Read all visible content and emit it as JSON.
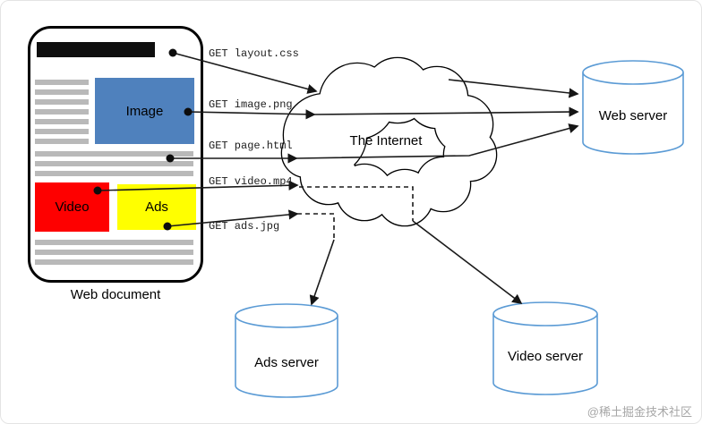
{
  "colors": {
    "image_box": "#4f81bd",
    "video_box": "#fe0000",
    "ads_box": "#ffff00",
    "server_stroke": "#5b9bd5",
    "placeholder_line": "#b9b9b9",
    "title_bar": "#0f0f0f",
    "arrow": "#1a1a1a",
    "watermark": "#a6a6a6"
  },
  "web_document": {
    "label": "Web document",
    "image_box_label": "Image",
    "video_box_label": "Video",
    "ads_box_label": "Ads"
  },
  "internet": {
    "label": "The Internet"
  },
  "servers": {
    "web": {
      "label": "Web server"
    },
    "ads": {
      "label": "Ads server"
    },
    "video": {
      "label": "Video server"
    }
  },
  "requests": {
    "layout_css": {
      "label": "GET layout.css"
    },
    "image_png": {
      "label": "GET image.png"
    },
    "page_html": {
      "label": "GET page.html"
    },
    "video_mp4": {
      "label": "GET video.mp4"
    },
    "ads_jpg": {
      "label": "GET ads.jpg"
    }
  },
  "watermark": {
    "label": "@稀土掘金技术社区"
  }
}
